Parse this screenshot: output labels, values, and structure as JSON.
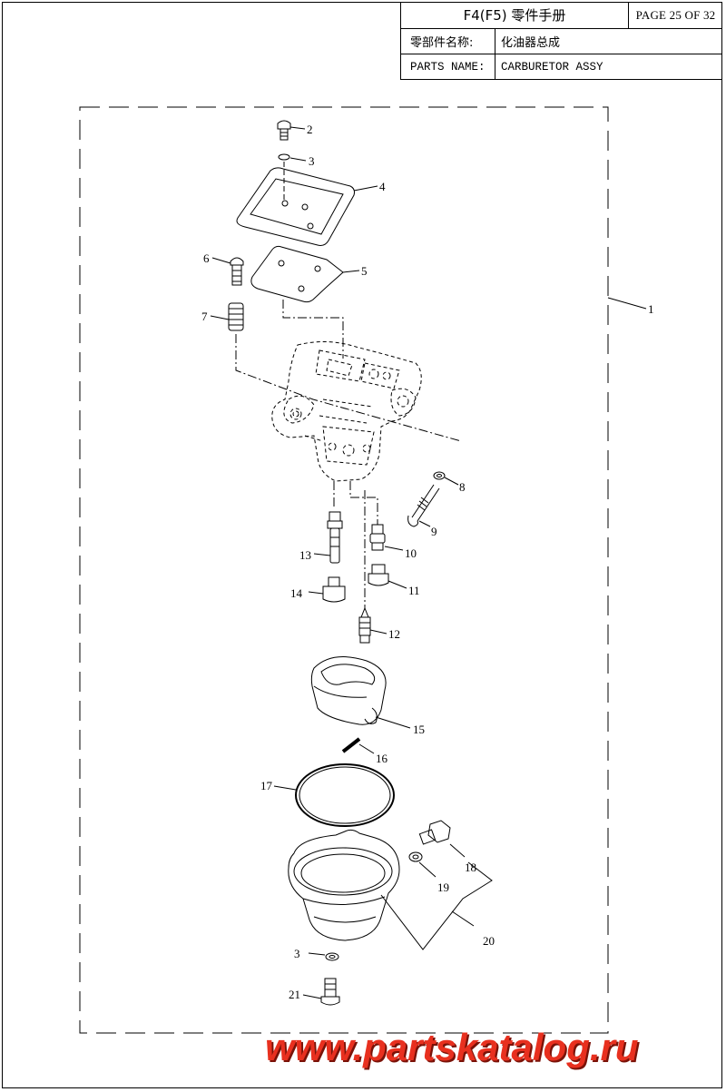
{
  "header": {
    "model": "F4(F5) 零件手册",
    "page": "PAGE 25 OF 32",
    "name_label_cn": "零部件名称:",
    "name_value_cn": "化油器总成",
    "name_label_en": "PARTS NAME:",
    "name_value_en": "CARBURETOR ASSY"
  },
  "callouts": [
    "1",
    "2",
    "3",
    "4",
    "5",
    "6",
    "7",
    "8",
    "9",
    "10",
    "11",
    "12",
    "13",
    "14",
    "15",
    "16",
    "17",
    "18",
    "19",
    "20",
    "3",
    "21"
  ],
  "watermark": "www.partskatalog.ru",
  "colors": {
    "watermark": "#e8301f",
    "line": "#000000"
  }
}
